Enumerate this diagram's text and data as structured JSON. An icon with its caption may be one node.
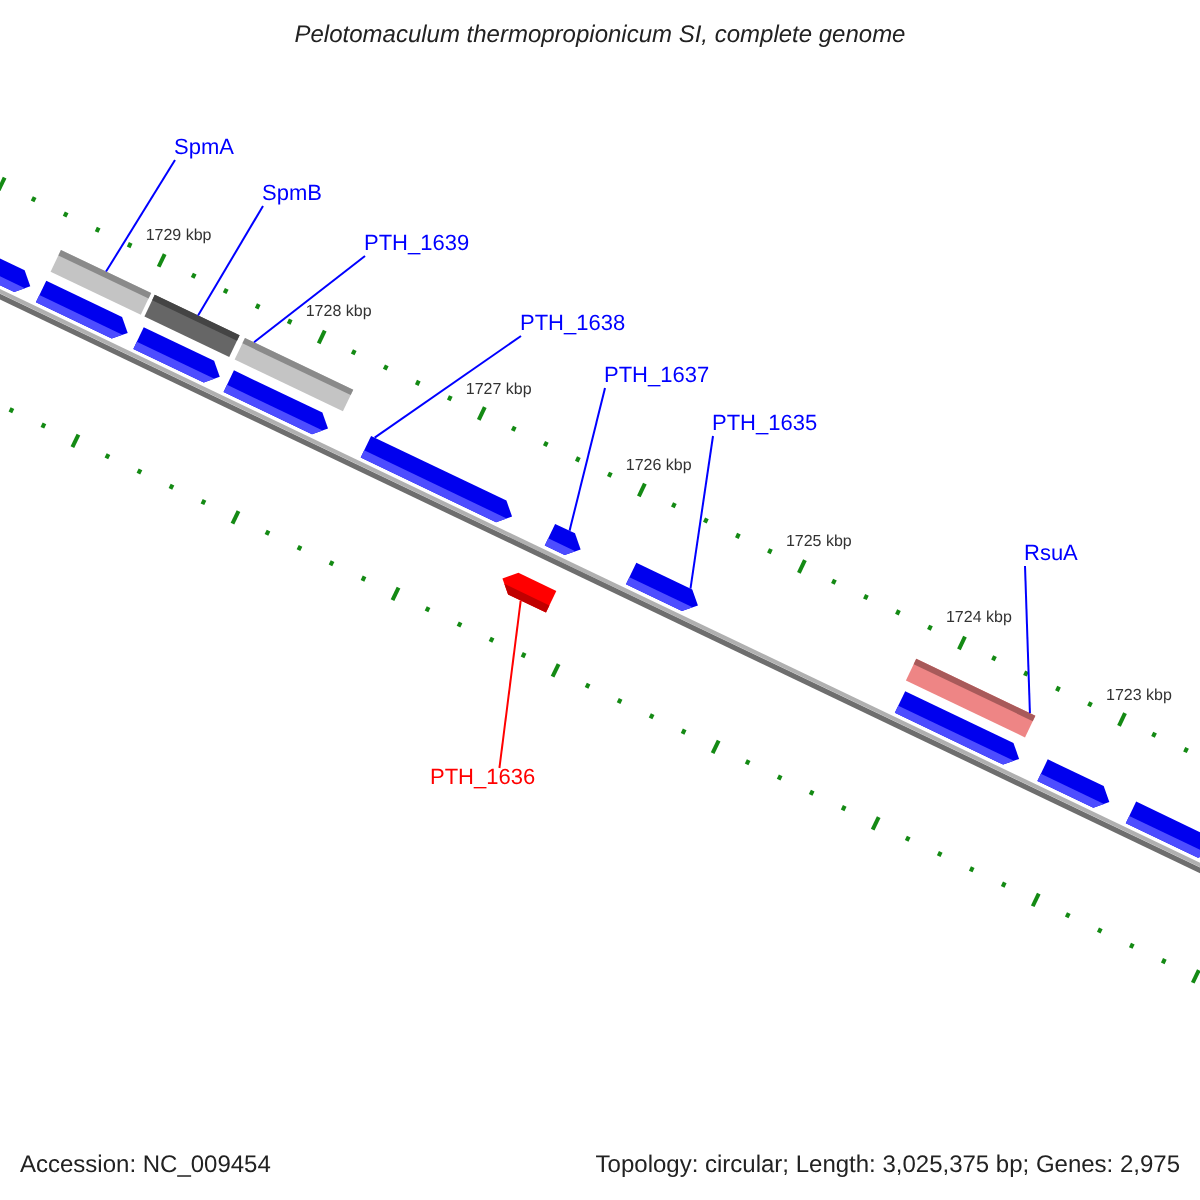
{
  "diagram": {
    "title": "Pelotomaculum thermopropionicum SI, complete genome",
    "nodes": [
      {
        "text": [
          "SpmA"
        ]
      },
      {
        "text": [
          "SpmB"
        ]
      },
      {
        "text": [
          "PTH_1639"
        ]
      },
      {
        "text": [
          "PTH_1638"
        ]
      },
      {
        "text": [
          "PTH_1637"
        ]
      },
      {
        "text": [
          "PTH_1635"
        ]
      },
      {
        "text": [
          "RsuA"
        ]
      },
      {
        "text": [
          "PTH_1636"
        ]
      },
      {
        "text": [],
        "shape": "arrow"
      },
      {
        "text": [],
        "shape": "bar"
      },
      {
        "text": [],
        "shape": "arrow"
      },
      {
        "text": [],
        "shape": "bar"
      },
      {
        "text": [],
        "shape": "arrow"
      },
      {
        "text": [],
        "shape": "bar"
      },
      {
        "text": [],
        "shape": "arrow"
      },
      {
        "text": [],
        "shape": "arrow"
      },
      {
        "text": [],
        "shape": "arrow"
      },
      {
        "text": [],
        "shape": "arrow"
      },
      {
        "text": [],
        "shape": "arrow"
      },
      {
        "text": [],
        "shape": "bar"
      },
      {
        "text": [],
        "shape": "arrow"
      },
      {
        "text": [],
        "shape": "arrow"
      },
      {
        "text": [],
        "shape": "arrow"
      }
    ],
    "edges": [
      {
        "from": 0,
        "to": 9,
        "arrow": "none"
      },
      {
        "from": 1,
        "to": 11,
        "arrow": "none"
      },
      {
        "from": 2,
        "to": 13,
        "arrow": "none"
      },
      {
        "from": 3,
        "to": 15,
        "arrow": "none"
      },
      {
        "from": 4,
        "to": 17,
        "arrow": "none"
      },
      {
        "from": 5,
        "to": 18,
        "arrow": "none"
      },
      {
        "from": 6,
        "to": 19,
        "arrow": "none"
      },
      {
        "from": 7,
        "to": 16,
        "arrow": "none",
        "color": "#ff0000"
      }
    ],
    "labels": [
      "1729 kbp",
      "1728 kbp",
      "1727 kbp",
      "1726 kbp",
      "1725 kbp",
      "1724 kbp",
      "1723 kbp",
      "Accession: NC_009454",
      "Topology: circular; Length: 3,025,375 bp; Genes: 2,975"
    ]
  }
}
